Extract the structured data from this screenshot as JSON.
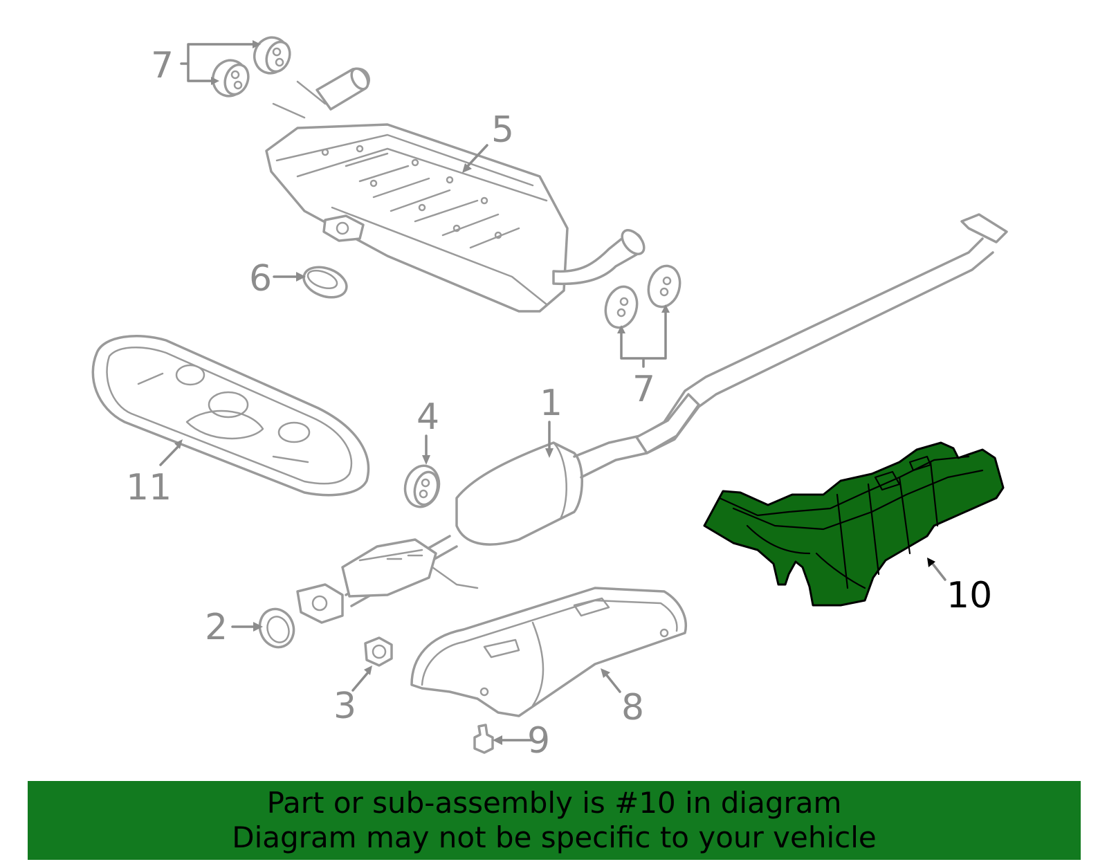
{
  "colors": {
    "line_art": "#9a9a9a",
    "highlight_fill": "#0f6b12",
    "highlight_stroke": "#000000",
    "banner_bg": "#127a1f",
    "banner_text": "#000000"
  },
  "callouts": [
    {
      "id": "c1",
      "label": "1",
      "highlighted": false
    },
    {
      "id": "c2",
      "label": "2",
      "highlighted": false
    },
    {
      "id": "c3",
      "label": "3",
      "highlighted": false
    },
    {
      "id": "c4",
      "label": "4",
      "highlighted": false
    },
    {
      "id": "c5",
      "label": "5",
      "highlighted": false
    },
    {
      "id": "c6",
      "label": "6",
      "highlighted": false
    },
    {
      "id": "c7a",
      "label": "7",
      "highlighted": false
    },
    {
      "id": "c7b",
      "label": "7",
      "highlighted": false
    },
    {
      "id": "c8",
      "label": "8",
      "highlighted": false
    },
    {
      "id": "c9",
      "label": "9",
      "highlighted": false
    },
    {
      "id": "c10",
      "label": "10",
      "highlighted": true
    },
    {
      "id": "c11",
      "label": "11",
      "highlighted": false
    }
  ],
  "banner": {
    "line1": "Part or sub-assembly is #10 in diagram",
    "line2": "Diagram may not be specific to your vehicle"
  }
}
